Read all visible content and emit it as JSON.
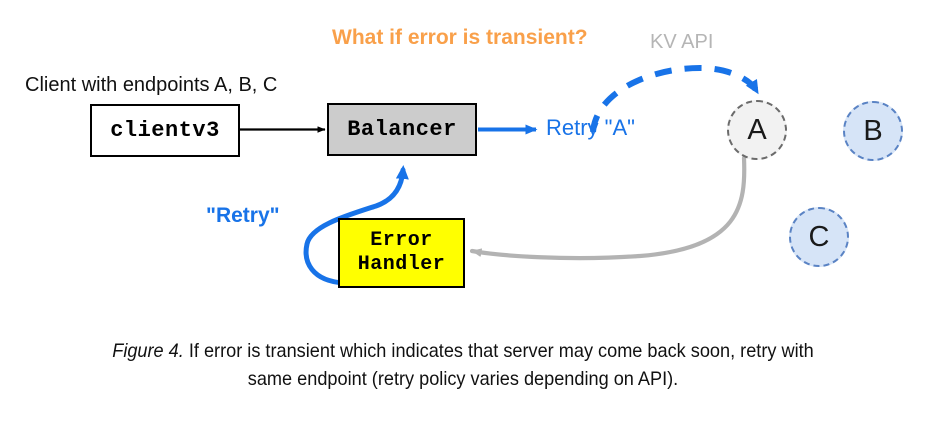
{
  "figure": {
    "headline": "What if error is transient?",
    "api_label": "KV API",
    "client_note": "Client with endpoints A, B, C",
    "caption_prefix": "Figure 4.",
    "caption_text": " If error is transient which indicates that server may come back soon, retry with same endpoint (retry policy varies depending on API)."
  },
  "nodes": {
    "client": "clientv3",
    "balancer": "Balancer",
    "error_handler_line1": "Error",
    "error_handler_line2": "Handler"
  },
  "endpoints": [
    {
      "id": "A",
      "label": "A",
      "state": "selected",
      "fill": "#f2f2f2",
      "stroke": "#6b6b6b"
    },
    {
      "id": "B",
      "label": "B",
      "state": "available",
      "fill": "#d6e4f7",
      "stroke": "#5a83c4"
    },
    {
      "id": "C",
      "label": "C",
      "state": "available",
      "fill": "#d6e4f7",
      "stroke": "#5a83c4"
    }
  ],
  "edges": {
    "client_to_balancer": "",
    "balancer_to_retry_label": "Retry \"A\"",
    "error_to_balancer_label": "\"Retry\"",
    "request_arc_label": "KV API",
    "endpoint_to_error_label": ""
  },
  "colors": {
    "accent_blue": "#1873e8",
    "headline_orange": "#f9a04a",
    "api_gray": "#b5b5b5",
    "edge_gray": "#b3b3b3",
    "balancer_fill": "#cccccc",
    "error_fill": "#ffff00",
    "endpoint_selected_fill": "#f2f2f2",
    "endpoint_available_fill": "#d6e4f7"
  }
}
